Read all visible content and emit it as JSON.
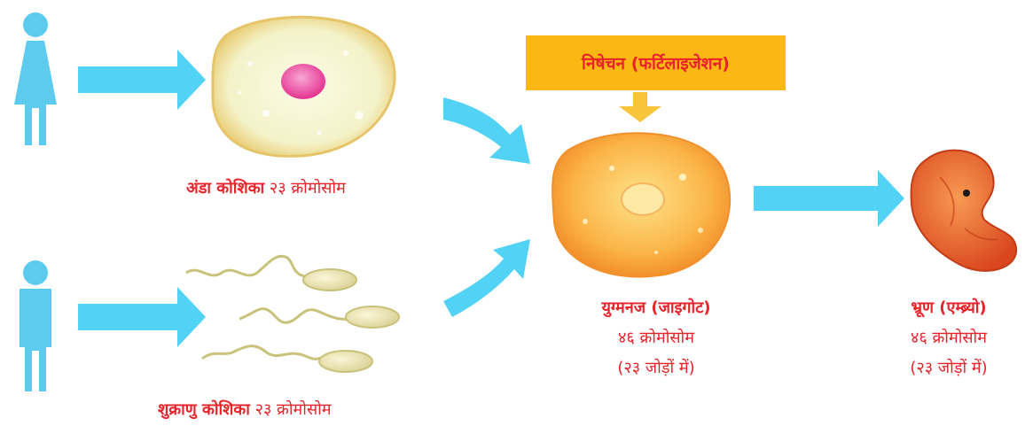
{
  "fertilization": "निषेचन (फर्टिलाइजेशन)",
  "egg": {
    "bold": "अंडा कोशिका",
    "rest": " २३ क्रोमोसोम"
  },
  "sperm": {
    "bold": "शुक्राणु  कोशिका",
    "rest": " २३ क्रोमोसोम"
  },
  "zygote": {
    "title": "युग्मनज (जाइगोट)",
    "line1": "४६ क्रोमोसोम",
    "line2": "(२३ जोड़ों में)"
  },
  "embryo": {
    "title": "भ्रूण (एम्ब्र्यो)",
    "line1": "४६ क्रोमोसोम",
    "line2": "(२३ जोड़ों में)"
  },
  "colors": {
    "arrow": "#52d3f5",
    "accent_red": "#e8232a",
    "box": "#fbb814",
    "person": "#5ccbee"
  }
}
